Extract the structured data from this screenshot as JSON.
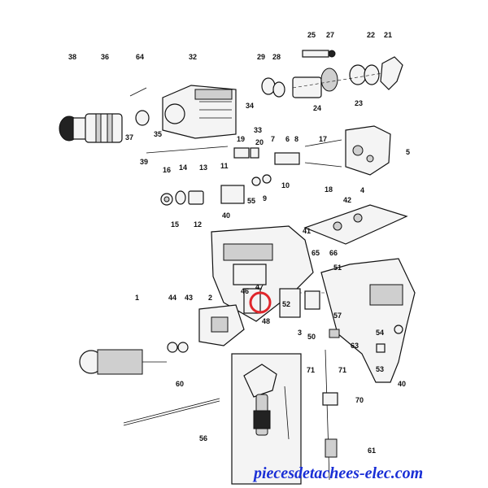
{
  "diagram": {
    "labels": [
      "38",
      "36",
      "64",
      "32",
      "29",
      "28",
      "25",
      "27",
      "22",
      "21",
      "34",
      "24",
      "23",
      "37",
      "35",
      "33",
      "39",
      "19",
      "20",
      "7",
      "6",
      "8",
      "17",
      "5",
      "16",
      "14",
      "13",
      "11",
      "9",
      "10",
      "18",
      "4",
      "15",
      "12",
      "55",
      "40",
      "42",
      "41",
      "65",
      "66",
      "51",
      "1",
      "44",
      "43",
      "2",
      "46",
      "47",
      "52",
      "3",
      "57",
      "48",
      "50",
      "54",
      "63",
      "53",
      "71",
      "71",
      "60",
      "70",
      "56",
      "61",
      "40"
    ],
    "highlight_label": "47",
    "highlight_color": "#e0262b",
    "watermark": "piecesdetachees-elec.com",
    "watermark_color": "#1a2fd6"
  }
}
